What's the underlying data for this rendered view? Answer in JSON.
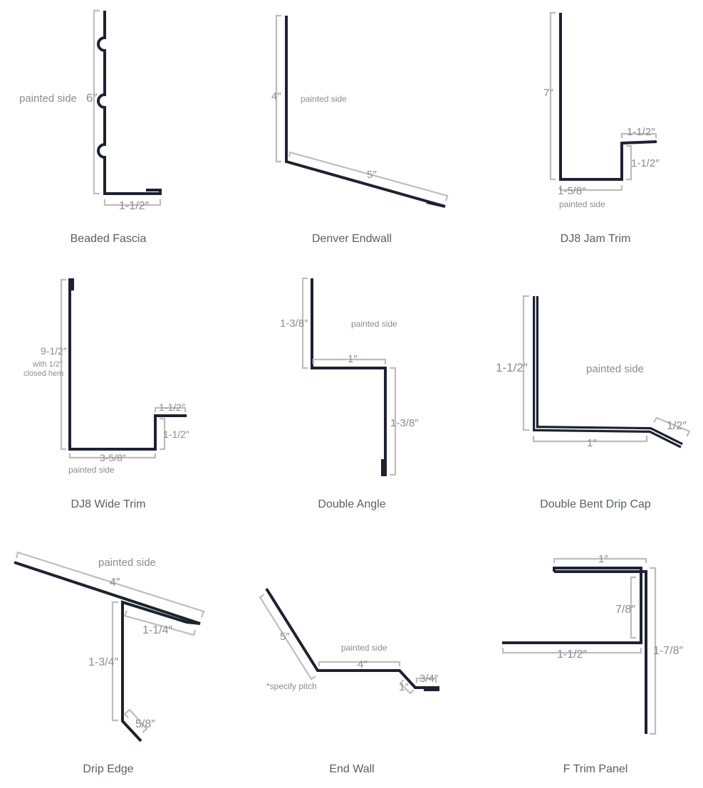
{
  "cells": [
    {
      "name": "Beaded Fascia",
      "dims": [
        "6″",
        "1-1/2″"
      ],
      "notes": [
        "painted side"
      ]
    },
    {
      "name": "Denver Endwall",
      "dims": [
        "4″",
        "5″"
      ],
      "notes": [
        "painted side"
      ]
    },
    {
      "name": "DJ8 Jam Trim",
      "dims": [
        "7″",
        "1-1/2″",
        "1-1/2″",
        "1-5/8″"
      ],
      "notes": [
        "painted side"
      ]
    },
    {
      "name": "DJ8 Wide Trim",
      "dims": [
        "9-1/2″",
        "1-1/2″",
        "1-1/2″",
        "3-5/8″"
      ],
      "notes": [
        "with 1/2″",
        "closed hem",
        "painted side"
      ]
    },
    {
      "name": "Double Angle",
      "dims": [
        "1-3/8″",
        "1″",
        "1-3/8″"
      ],
      "notes": [
        "painted side"
      ]
    },
    {
      "name": "Double Bent Drip Cap",
      "dims": [
        "1-1/2″",
        "1″",
        "1/2″"
      ],
      "notes": [
        "painted side"
      ]
    },
    {
      "name": "Drip Edge",
      "dims": [
        "4″",
        "1-1/4″",
        "1-3/4″",
        "5/8″"
      ],
      "notes": [
        "painted side"
      ]
    },
    {
      "name": "End Wall",
      "dims": [
        "5″",
        "4″",
        "1″",
        "3/4″"
      ],
      "notes": [
        "painted side",
        "*specify pitch"
      ]
    },
    {
      "name": "F Trim Panel",
      "dims": [
        "1″",
        "7/8″",
        "1-1/2″",
        "1-7/8″"
      ],
      "notes": []
    }
  ],
  "colors": {
    "profile": "#1c2230",
    "dimension_line": "#bdbdbd",
    "label": "#8c8c8c",
    "caption": "#5a5e66",
    "background": "#ffffff"
  }
}
